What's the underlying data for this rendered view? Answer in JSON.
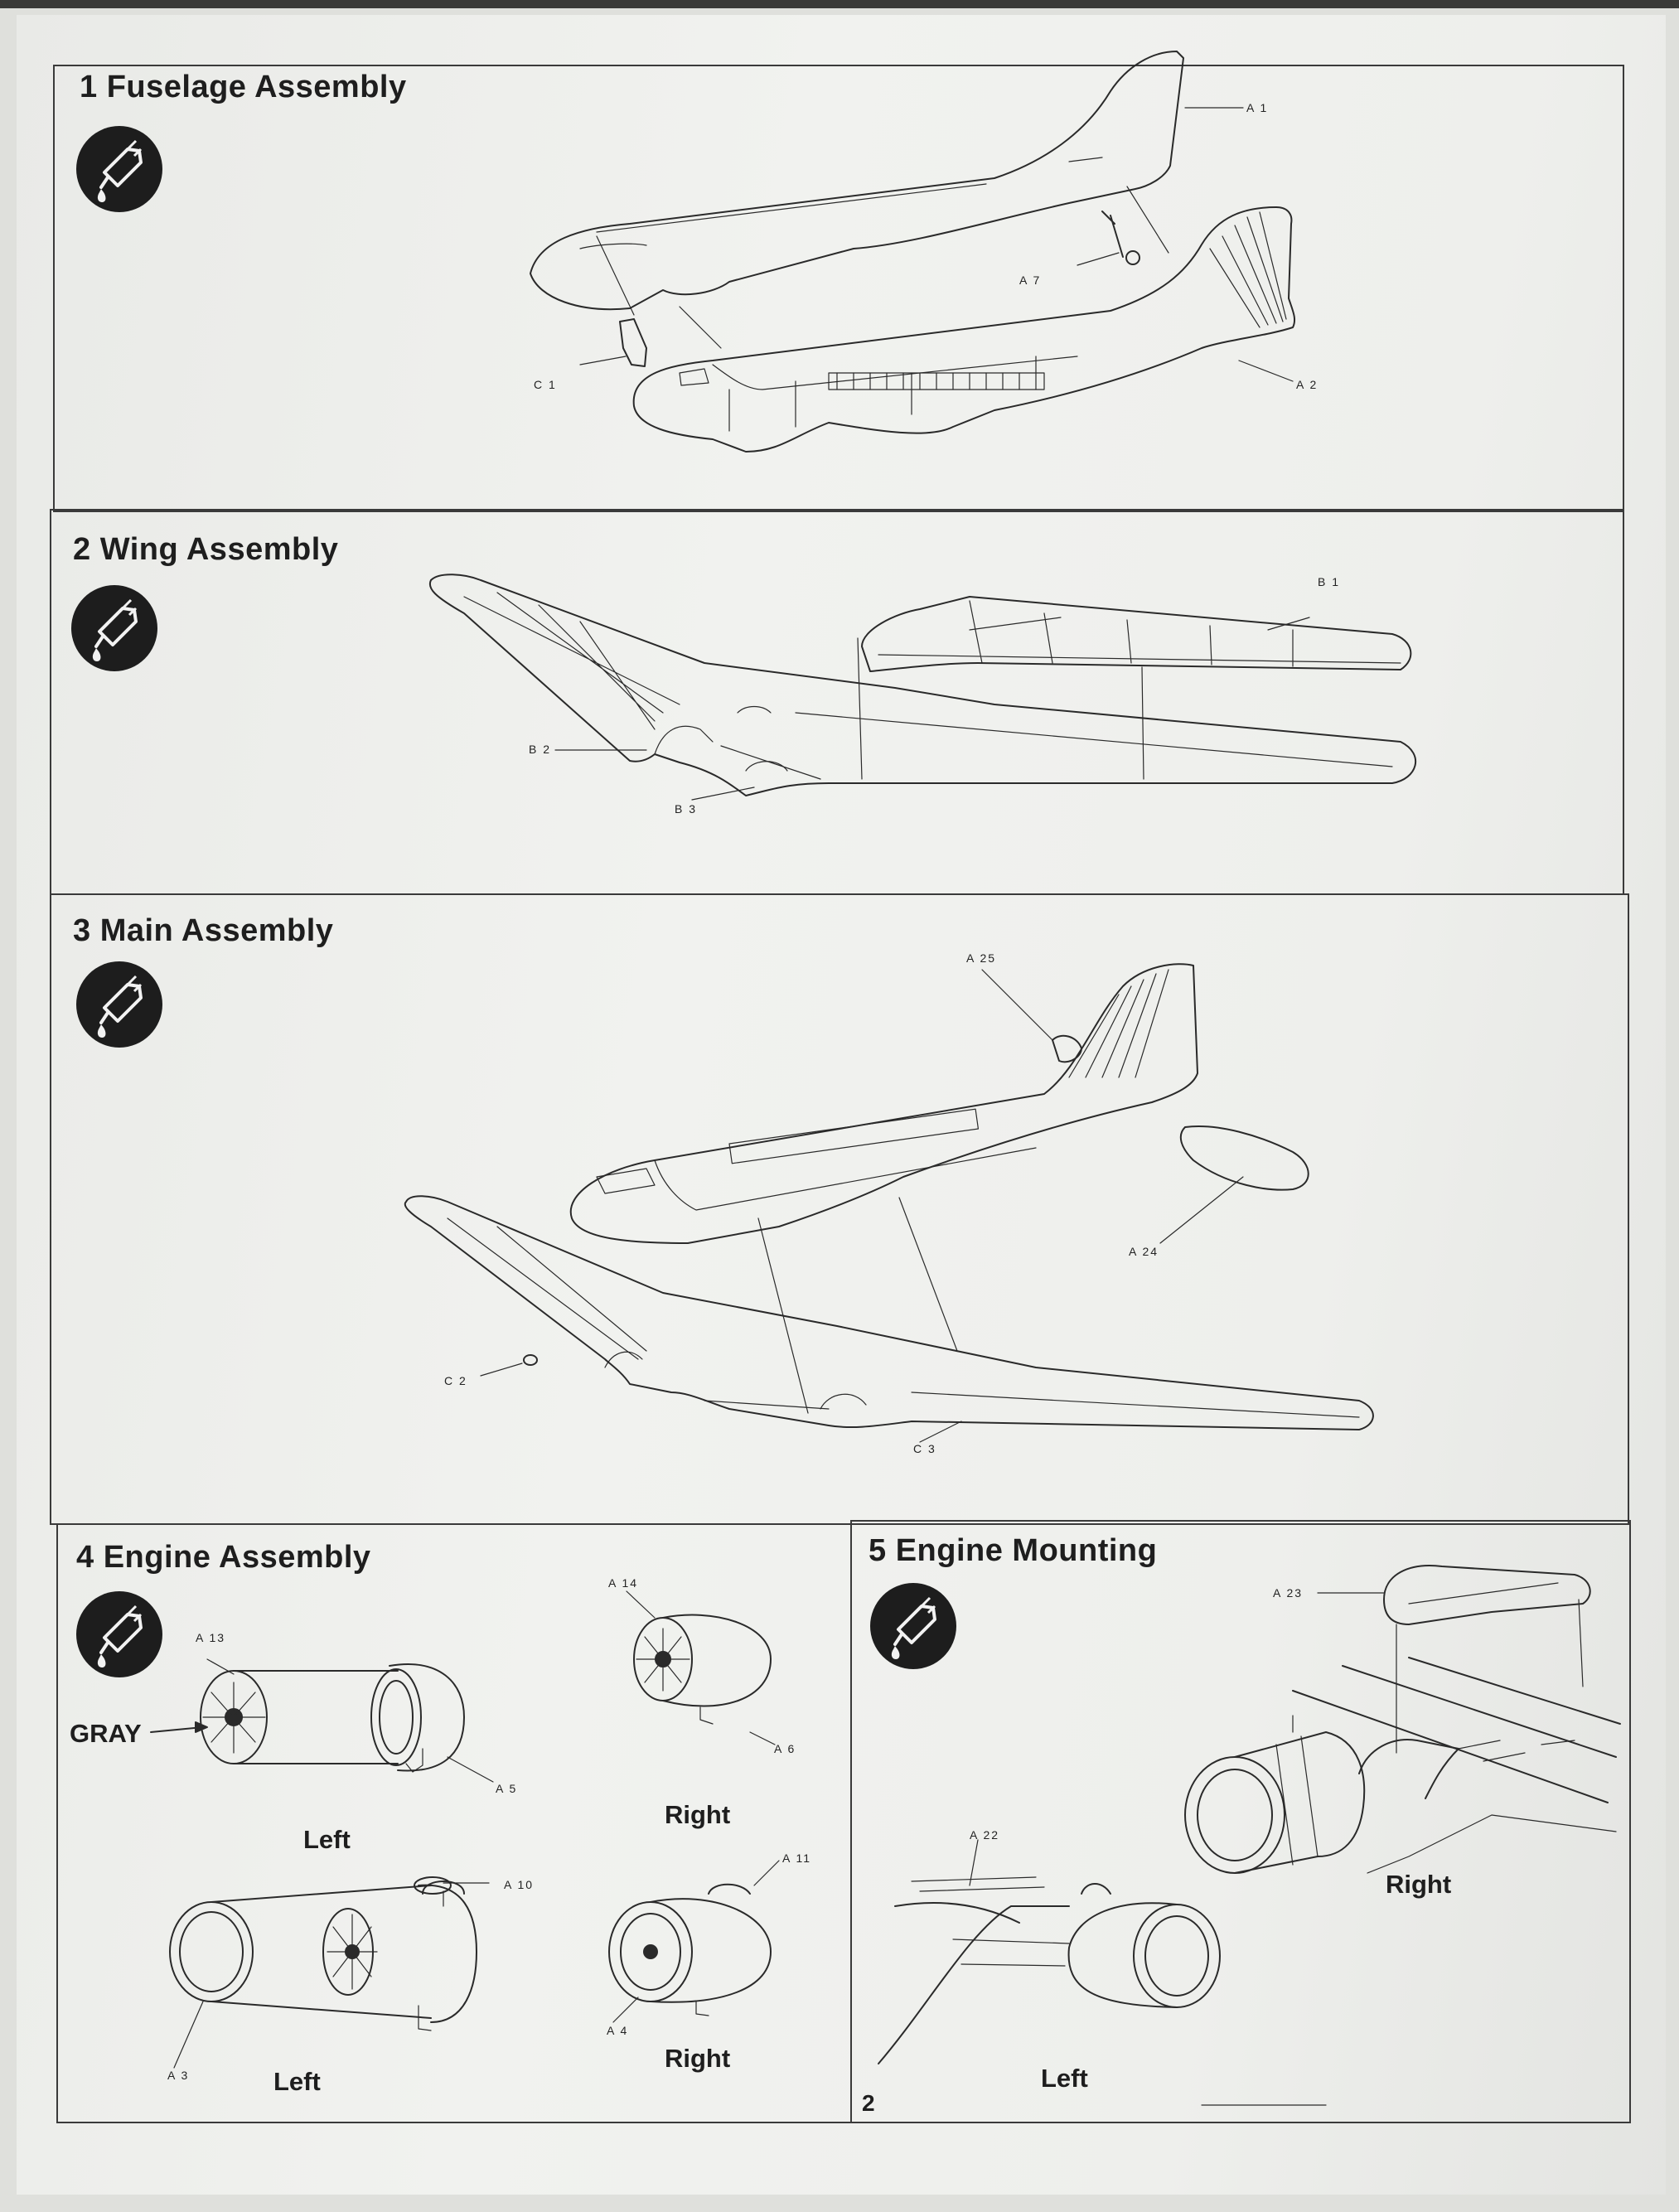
{
  "steps": [
    {
      "number": "1",
      "title": "Fuselage Assembly",
      "parts": [
        "A 1",
        "A 7",
        "C 1",
        "A 2"
      ]
    },
    {
      "number": "2",
      "title": "Wing Assembly",
      "parts": [
        "B 1",
        "B 2",
        "B 3"
      ]
    },
    {
      "number": "3",
      "title": "Main Assembly",
      "parts": [
        "A 25",
        "A 24",
        "C 2",
        "C 3"
      ]
    },
    {
      "number": "4",
      "title": "Engine Assembly",
      "parts": [
        "A 13",
        "A 14",
        "A 6",
        "A 5",
        "A 10",
        "A 11",
        "A 4",
        "A 3"
      ],
      "color_callout": "GRAY",
      "captions": {
        "left_top": "Left",
        "right_top": "Right",
        "left_bottom": "Left",
        "right_bottom": "Right"
      }
    },
    {
      "number": "5",
      "title": "Engine Mounting",
      "parts": [
        "A 23",
        "A 22"
      ],
      "captions": {
        "right": "Right",
        "left": "Left"
      }
    }
  ],
  "icons": {
    "badge": "glue-tube-icon"
  },
  "page_number": "2",
  "colors": {
    "paper": "#eeefec",
    "ink": "#1e1e1e",
    "badge": "#1d1d1d"
  }
}
